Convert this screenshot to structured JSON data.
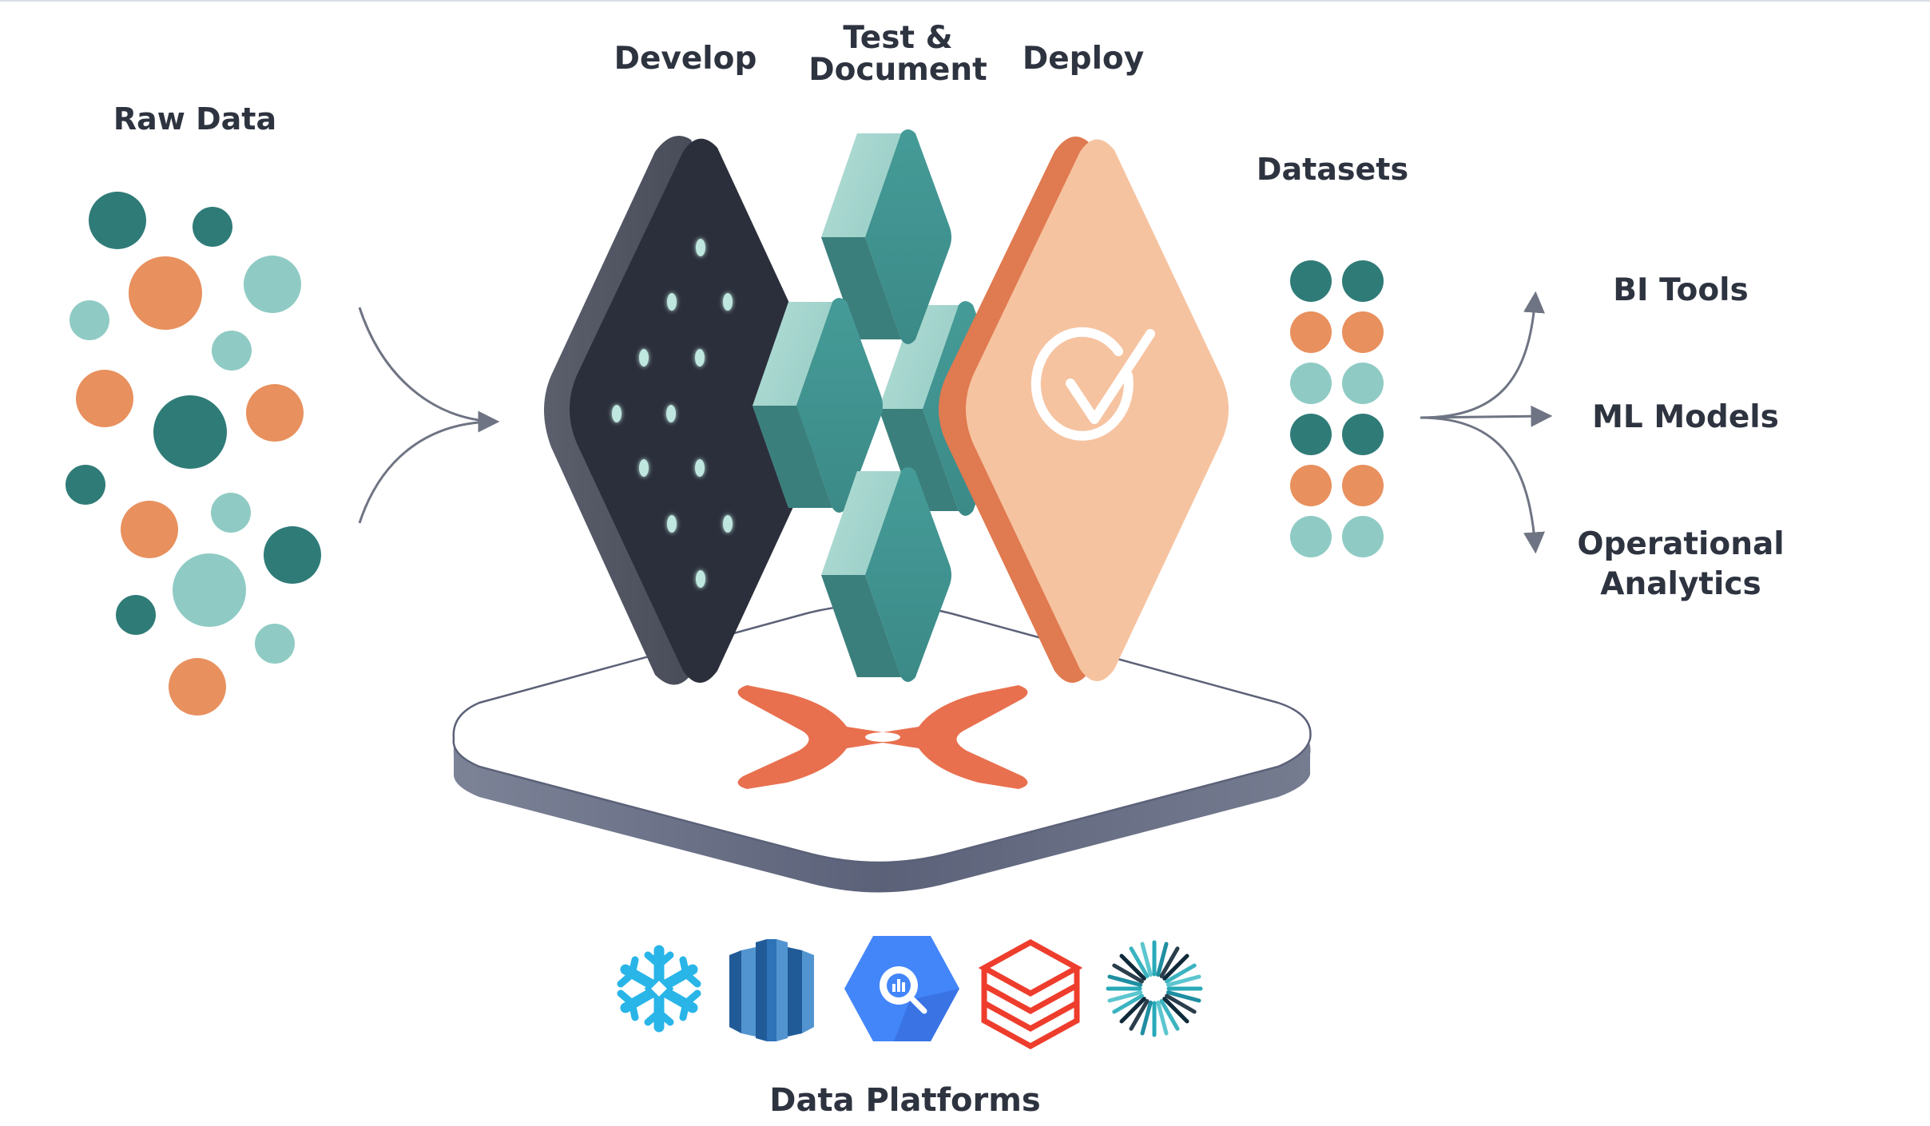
{
  "labels": {
    "raw_data": "Raw Data",
    "develop": "Develop",
    "test_line1": "Test &",
    "test_line2": "Document",
    "deploy": "Deploy",
    "datasets": "Datasets",
    "bi_tools": "BI Tools",
    "ml_models": "ML Models",
    "operational_line1": "Operational",
    "operational_line2": "Analytics",
    "data_platforms": "Data Platforms"
  },
  "platform_icons": [
    "snowflake-icon",
    "redshift-icon",
    "bigquery-icon",
    "databricks-icon",
    "starburst-icon"
  ],
  "colors": {
    "dark_teal": "#2f7b78",
    "light_teal": "#8fcbc4",
    "orange": "#e8905e",
    "navy": "#2b2f3b",
    "peach": "#f6c3a0",
    "peach_edge": "#e07a50",
    "dbt_orange": "#e8704f",
    "arrow": "#6e7483",
    "text": "#2e3340"
  },
  "raw_data_dots": [
    {
      "color": "dark_teal"
    },
    {
      "color": "dark_teal"
    },
    {
      "color": "orange"
    },
    {
      "color": "light_teal"
    },
    {
      "color": "light_teal"
    },
    {
      "color": "light_teal"
    },
    {
      "color": "orange"
    },
    {
      "color": "dark_teal"
    },
    {
      "color": "orange"
    },
    {
      "color": "dark_teal"
    },
    {
      "color": "orange"
    },
    {
      "color": "light_teal"
    },
    {
      "color": "dark_teal"
    },
    {
      "color": "light_teal"
    },
    {
      "color": "dark_teal"
    },
    {
      "color": "light_teal"
    },
    {
      "color": "orange"
    }
  ],
  "dataset_rows": [
    "dark_teal",
    "orange",
    "light_teal",
    "dark_teal",
    "orange",
    "light_teal"
  ]
}
